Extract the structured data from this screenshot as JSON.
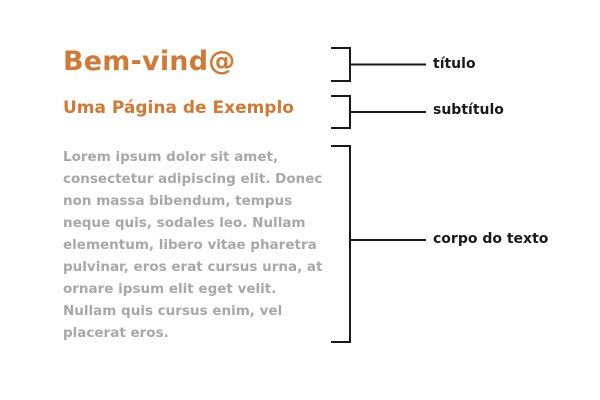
{
  "content": {
    "title": "Bem-vind@",
    "subtitle": "Uma Página de Exemplo",
    "body_lines": [
      "Lorem ipsum dolor sit amet,",
      "consectetur adipiscing elit. Donec",
      "non massa bibendum, tempus",
      "neque quis, sodales leo. Nullam",
      "elementum, libero vitae pharetra",
      "pulvinar, eros erat cursus urna, at",
      "ornare ipsum elit eget velit.",
      "Nullam quis cursus enim, vel",
      "placerat eros."
    ]
  },
  "annotations": {
    "title_label": "título",
    "subtitle_label": "subtítulo",
    "body_label": "corpo do texto"
  },
  "colors": {
    "accent": "#d07a35",
    "body_text": "#a8a8a8",
    "annotation_text": "#1a1a1a",
    "bracket": "#1a1a1a"
  }
}
